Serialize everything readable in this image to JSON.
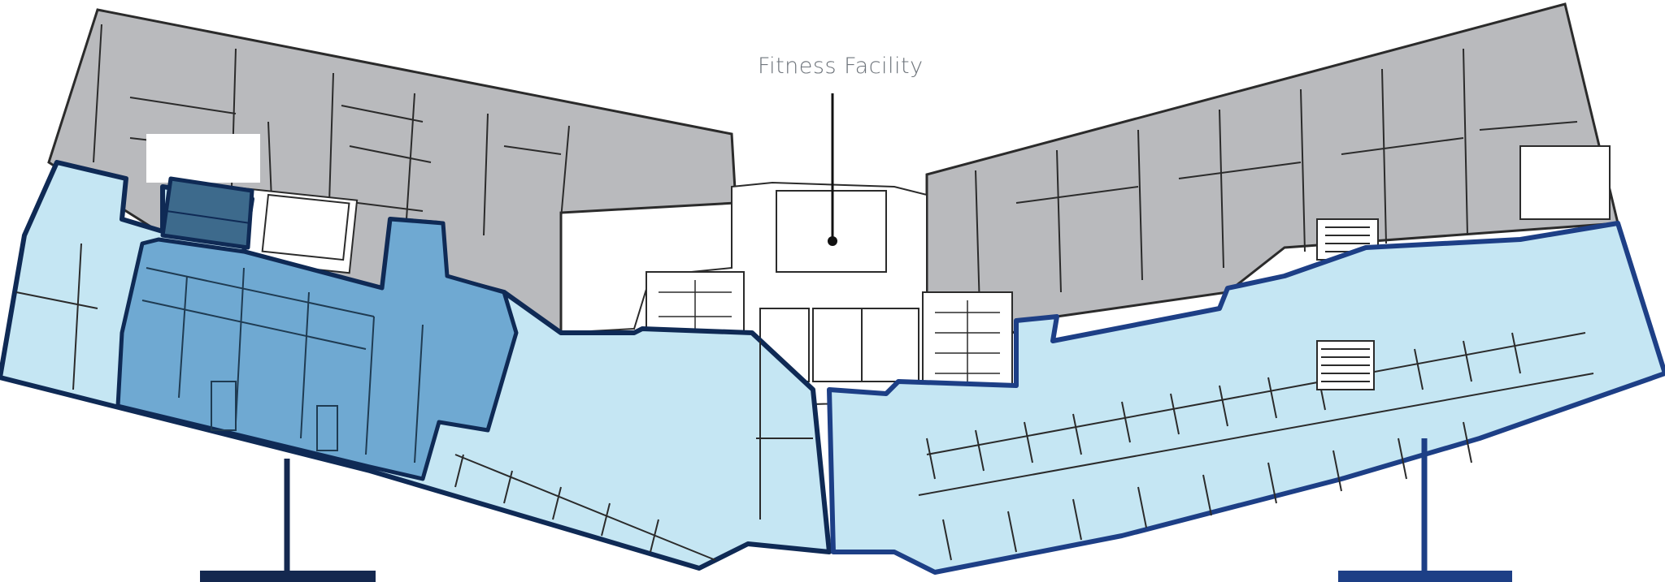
{
  "callout": {
    "label": "Fitness Facility"
  },
  "colors": {
    "background": "#ffffff",
    "existing_space_grey": "#b9babd",
    "suite_light_blue": "#c5e6f3",
    "suite_mid_blue": "#6fa9d2",
    "suite_dark_blue": "#3d6a8c",
    "outline_navy": "#0f2a55",
    "outline_blue": "#1d3f86",
    "wall_lines": "#2b2b2b",
    "label_text": "#6e747b"
  },
  "zones": [
    {
      "id": "west-wing-existing",
      "fill": "grey"
    },
    {
      "id": "east-wing-existing",
      "fill": "grey"
    },
    {
      "id": "core-center",
      "fill": "white"
    },
    {
      "id": "west-suite-available",
      "fill": "light-blue"
    },
    {
      "id": "west-suite-sub-unit",
      "fill": "mid-blue"
    },
    {
      "id": "west-suite-small-room",
      "fill": "dark-blue"
    },
    {
      "id": "east-suite-available",
      "fill": "light-blue"
    }
  ],
  "icons": [
    "stair-icon",
    "restroom-icon",
    "elevator-icon",
    "pin-dot-icon"
  ]
}
